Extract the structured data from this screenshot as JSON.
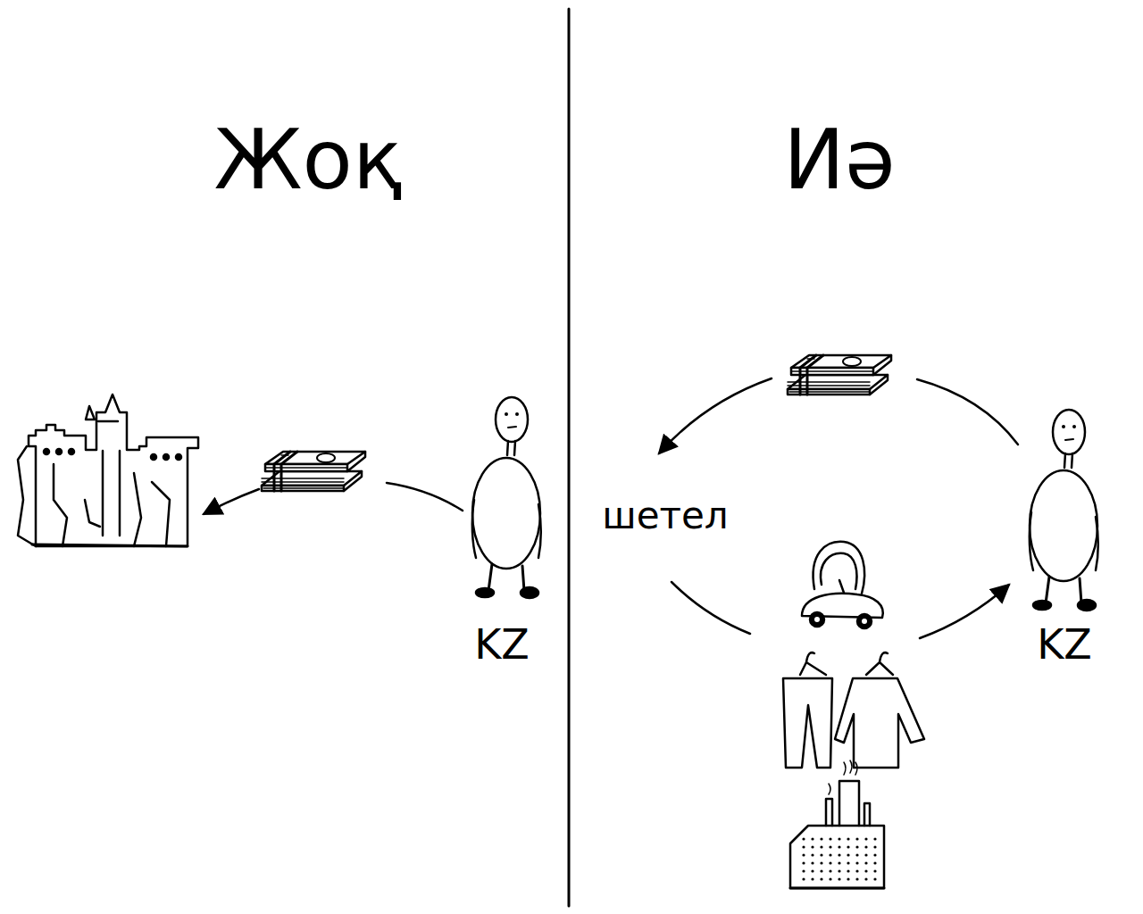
{
  "diagram": {
    "labels": [
      "Жоқ",
      "Иә",
      "KZ",
      "шетел",
      "KZ"
    ]
  }
}
